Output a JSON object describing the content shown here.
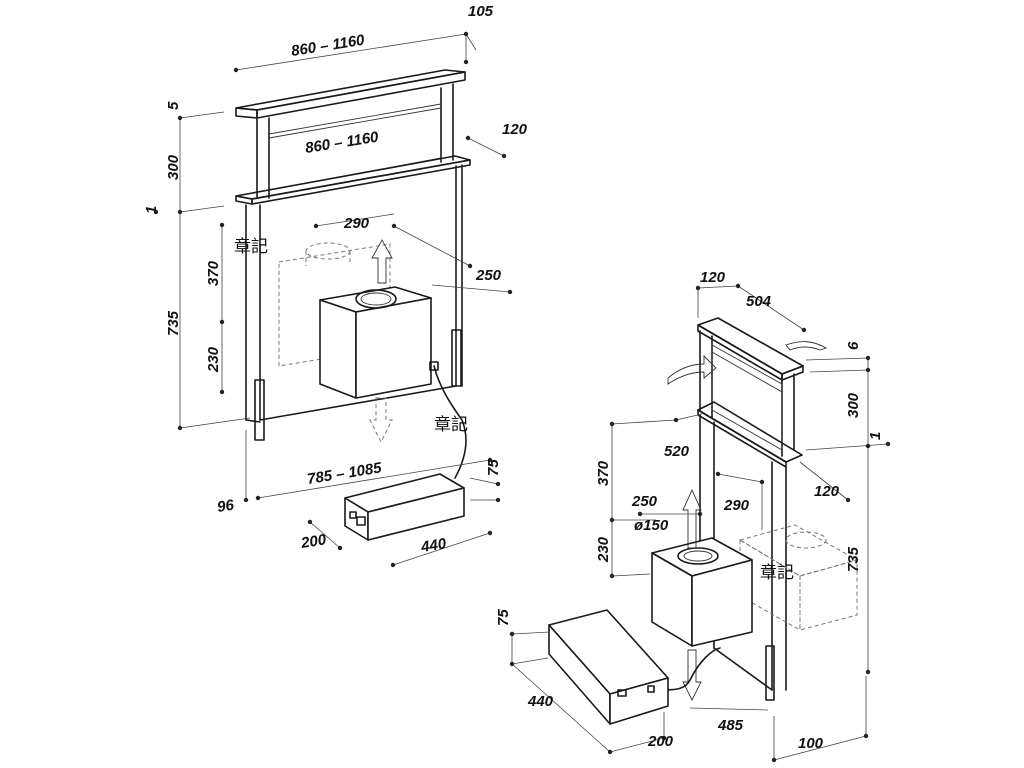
{
  "left_view": {
    "dimensions": {
      "depth_top": "105",
      "width_outer": "860  –  1160",
      "width_inner": "860  –  1160",
      "depth_panel": "120",
      "lid": "5",
      "rise": "300",
      "offset": "1",
      "body_height": "735",
      "duct_height": "370",
      "fan_height": "230",
      "duct_width": "290",
      "fan_width": "250",
      "base_width": "785  –  1085",
      "base_depth": "96",
      "motor_height": "75",
      "motor_depth": "200",
      "motor_length": "440"
    }
  },
  "right_view": {
    "dimensions": {
      "depth_top": "120",
      "depth_total": "504",
      "lid": "6",
      "rise": "300",
      "offset": "1",
      "cabinet_depth": "520",
      "panel_depth": "120",
      "duct_height": "370",
      "fan_height": "230",
      "fan_depth": "250",
      "outlet_diameter": "ø150",
      "duct_width": "290",
      "body_height": "735",
      "motor_height": "75",
      "motor_length": "440",
      "motor_depth": "200",
      "base_offset": "485",
      "base_depth": "100"
    }
  },
  "watermark": "章記"
}
